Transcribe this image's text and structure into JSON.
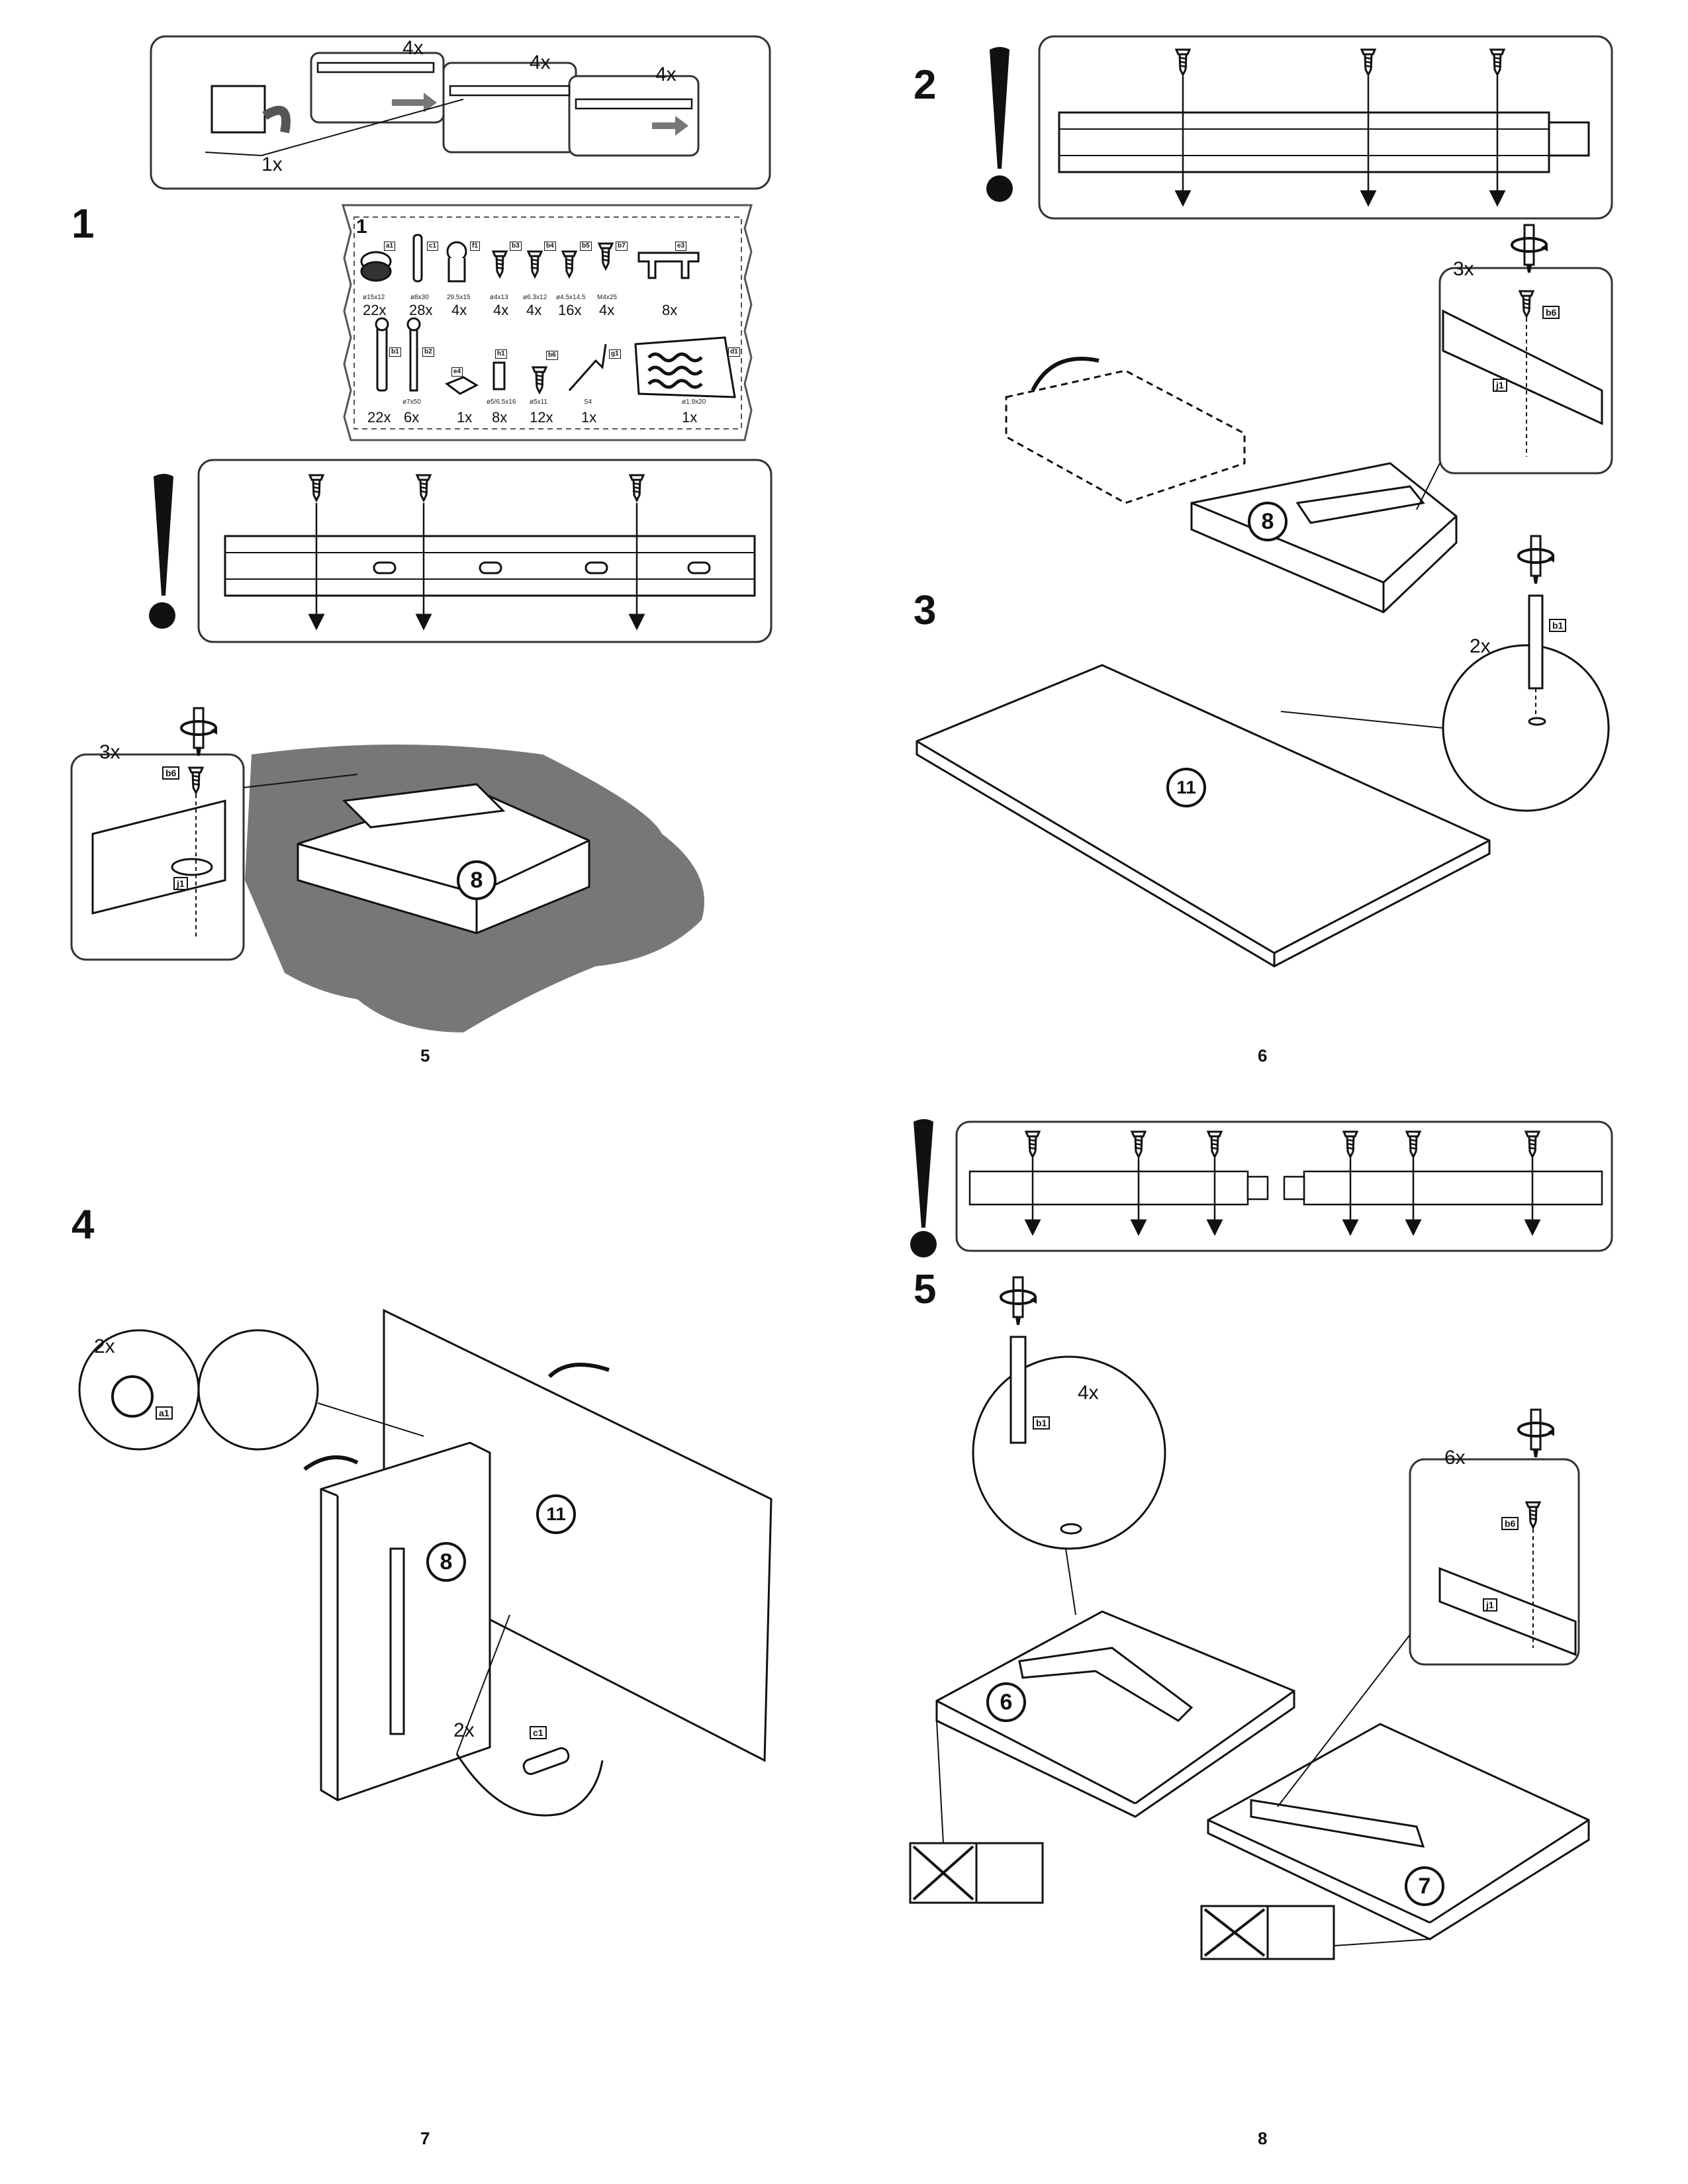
{
  "pages": [
    {
      "page_number": "5"
    },
    {
      "page_number": "6"
    },
    {
      "page_number": "7"
    },
    {
      "page_number": "8"
    }
  ],
  "steps": {
    "s1": "1",
    "s2": "2",
    "s3": "3",
    "s4": "4",
    "s5": "5"
  },
  "step1": {
    "callout_top": {
      "q1": "4x",
      "q2": "4x",
      "q3": "4x",
      "q4": "1x"
    },
    "parts_bag_label": "1",
    "parts_row1": [
      {
        "code": "a1",
        "dim": "ø15x12",
        "qty": "22x"
      },
      {
        "code": "c1",
        "dim": "ø8x30",
        "qty": "28x"
      },
      {
        "code": "f1",
        "dim": "29.5x15",
        "qty": "4x"
      },
      {
        "code": "b3",
        "dim": "ø4x13",
        "qty": "4x"
      },
      {
        "code": "b4",
        "dim": "ø6.3x12",
        "qty": "4x"
      },
      {
        "code": "b5",
        "dim": "ø4.5x14.5",
        "qty": "16x"
      },
      {
        "code": "b7",
        "dim": "M4x25",
        "qty": "4x"
      },
      {
        "code": "e3",
        "dim": "",
        "qty": "8x"
      }
    ],
    "parts_row2": [
      {
        "code": "b1",
        "dim": "",
        "qty": "22x"
      },
      {
        "code": "b2",
        "dim": "ø7x50",
        "qty": "6x"
      },
      {
        "code": "e4",
        "dim": "",
        "qty": "1x"
      },
      {
        "code": "h1",
        "dim": "ø5/6.5x16",
        "qty": "8x"
      },
      {
        "code": "b6",
        "dim": "ø5x11",
        "qty": "12x"
      },
      {
        "code": "g1",
        "dim": "S4",
        "qty": "1x"
      },
      {
        "code": "d1",
        "dim": "ø1.9x20",
        "qty": "1x"
      }
    ],
    "detail_qty": "3x",
    "detail_code_screw": "b6",
    "detail_code_rail": "j1",
    "panel": "8"
  },
  "step2": {
    "detail_qty": "3x",
    "detail_code_screw": "b6",
    "detail_code_rail": "j1",
    "panel": "8"
  },
  "step3": {
    "detail_qty": "2x",
    "detail_code": "b1",
    "panel": "11"
  },
  "step4": {
    "cam_qty": "2x",
    "cam_code": "a1",
    "dowel_qty": "2x",
    "dowel_code": "c1",
    "panel_side": "8",
    "panel_back": "11"
  },
  "step5": {
    "pin_qty": "4x",
    "pin_code": "b1",
    "screw_qty": "6x",
    "screw_code": "b6",
    "rail_code": "j1",
    "panel_a": "6",
    "panel_b": "7"
  },
  "icons": [
    "warning-exclamation-icon",
    "screwdriver-icon",
    "rotate-arrow-icon",
    "screw-icon",
    "drawer-rail-icon"
  ]
}
